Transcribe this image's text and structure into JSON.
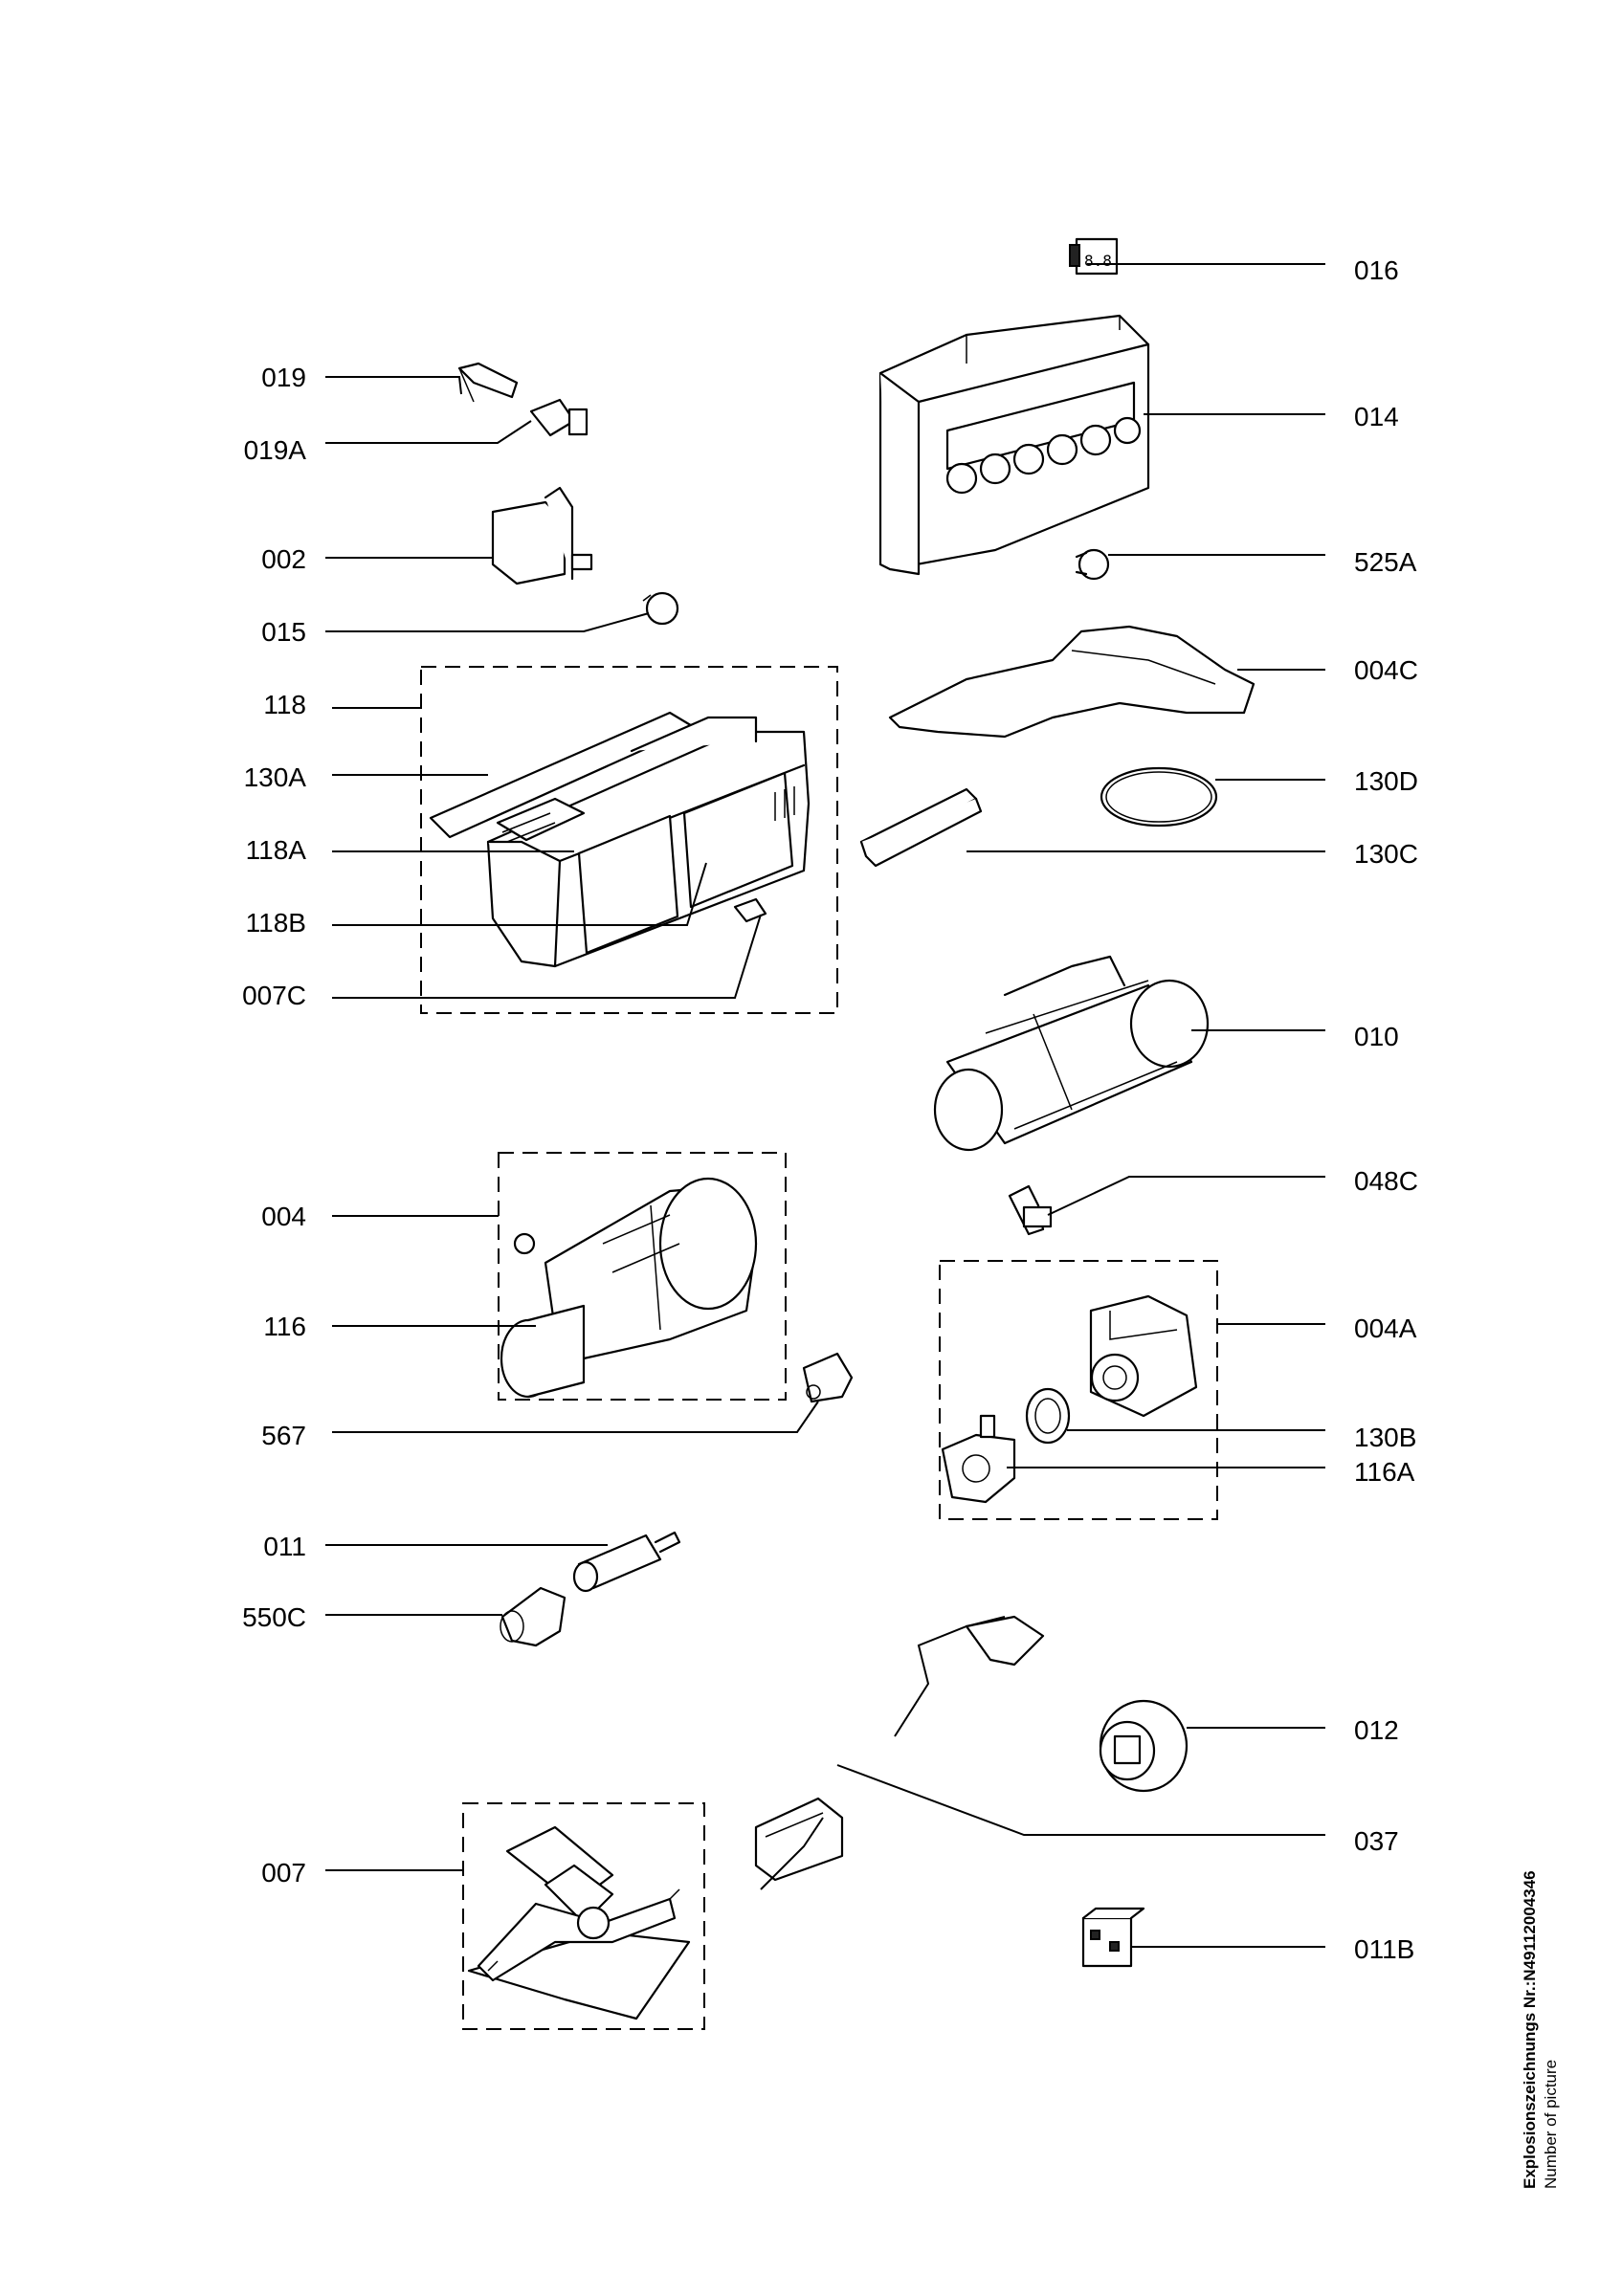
{
  "labels": {
    "p016": "016",
    "p014": "014",
    "p525A": "525A",
    "p004C": "004C",
    "p130D": "130D",
    "p130C": "130C",
    "p010": "010",
    "p048C": "048C",
    "p004A": "004A",
    "p130B": "130B",
    "p116A": "116A",
    "p012": "012",
    "p037": "037",
    "p011B": "011B",
    "p019": "019",
    "p019A": "019A",
    "p002": "002",
    "p015": "015",
    "p118": "118",
    "p130A": "130A",
    "p118A": "118A",
    "p118B": "118B",
    "p007C": "007C",
    "p004": "004",
    "p116": "116",
    "p567": "567",
    "p011": "011",
    "p550C": "550C",
    "p007": "007"
  },
  "footer": {
    "line1": "Explosionszeichnungs Nr.:N49112004346",
    "line2": "Number of picture"
  }
}
